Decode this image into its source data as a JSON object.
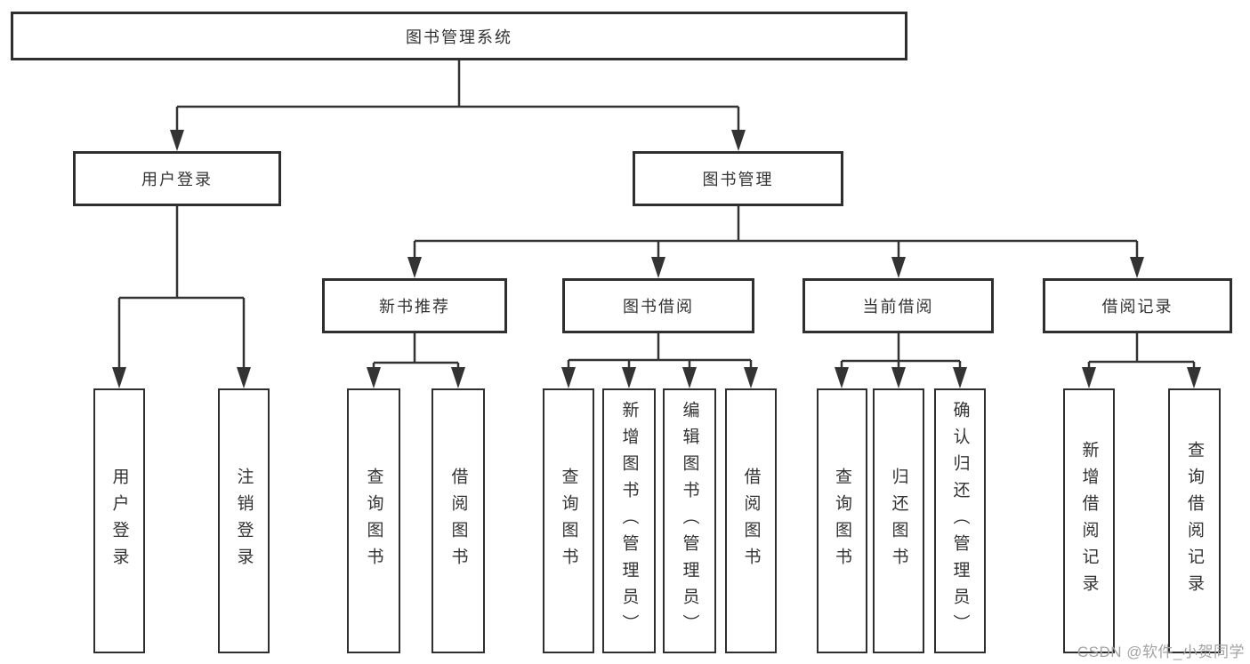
{
  "colors": {
    "background": "#ffffff",
    "line": "#333333",
    "box_border": "#2f2f2f",
    "text": "#333333",
    "watermark": "#a3a3a3"
  },
  "diagram": {
    "type": "hierarchy-tree",
    "root": {
      "label": "图书管理系统"
    },
    "branches": [
      {
        "label": "用户登录",
        "children": [
          "用户登录",
          "注销登录"
        ]
      },
      {
        "label": "图书管理",
        "children": [
          {
            "label": "新书推荐",
            "children": [
              "查询图书",
              "借阅图书"
            ]
          },
          {
            "label": "图书借阅",
            "children": [
              "查询图书",
              "新增图书（管理员）",
              "编辑图书（管理员）",
              "借阅图书"
            ]
          },
          {
            "label": "当前借阅",
            "children": [
              "查询图书",
              "归还图书",
              "确认归还（管理员）"
            ]
          },
          {
            "label": "借阅记录",
            "children": [
              "新增借阅记录",
              "查询借阅记录"
            ]
          }
        ]
      }
    ],
    "watermark": "CSDN @软件_小贺同学"
  }
}
